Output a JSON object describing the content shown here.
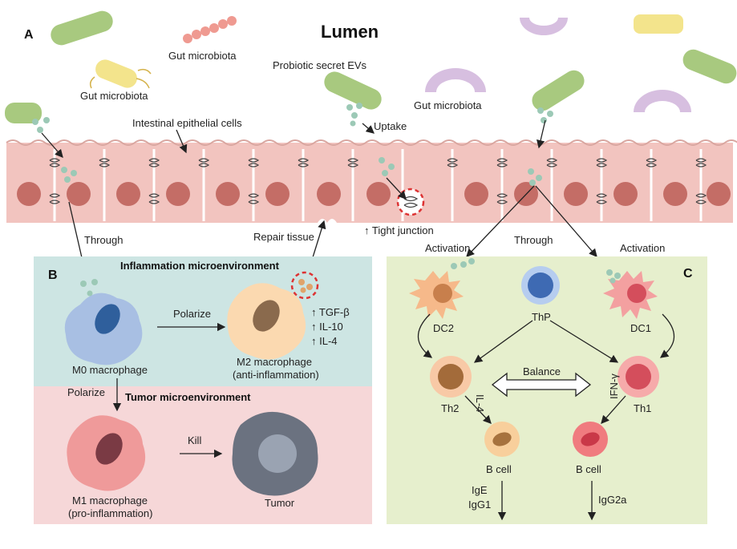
{
  "panels": {
    "a": "A",
    "b": "B",
    "c": "C"
  },
  "lumen_title": "Lumen",
  "labels": {
    "gut_microbiota_top": "Gut microbiota",
    "gut_microbiota_left": "Gut microbiota",
    "gut_microbiota_right": "Gut microbiota",
    "probiotic_evs": "Probiotic secret EVs",
    "uptake": "Uptake",
    "intestinal_epithelial": "Intestinal epithelial cells",
    "through_left": "Through",
    "through_right": "Through",
    "repair_tissue": "Repair tissue",
    "tight_junction": "↑ Tight junction",
    "activation_left": "Activation",
    "activation_right": "Activation"
  },
  "panel_b": {
    "inflammation_title": "Inflammation microenvironment",
    "tumor_title": "Tumor microenvironment",
    "polarize_right": "Polarize",
    "polarize_down": "Polarize",
    "m0": "M0 macrophage",
    "m2_line1": "M2 macrophage",
    "m2_line2": "(anti-inflammation)",
    "m2_factors": [
      "↑ TGF-β",
      "↑ IL-10",
      "↑ IL-4"
    ],
    "m1_line1": "M1 macrophage",
    "m1_line2": "(pro-inflammation)",
    "kill": "Kill",
    "tumor": "Tumor"
  },
  "panel_c": {
    "dc2": "DC2",
    "thp": "ThP",
    "dc1": "DC1",
    "th2": "Th2",
    "th1": "Th1",
    "balance": "Balance",
    "il4": "IL-4",
    "ifn": "IFN-γ",
    "b_cell_left": "B cell",
    "b_cell_right": "B cell",
    "ige": "IgE",
    "igg1": "IgG1",
    "igg2a": "IgG2a"
  },
  "colors": {
    "epithelium": "#f2c4bf",
    "nucleus": "#c46d66",
    "inflammation_bg": "#cde5e3",
    "tumor_bg": "#f6d7d8",
    "panel_c_bg": "#e6efcd",
    "bacteria_green": "#a8c97f",
    "bacteria_purple": "#d7bfe0",
    "bacteria_yellow": "#f3e48c",
    "vesicle": "#9cc9b6"
  }
}
